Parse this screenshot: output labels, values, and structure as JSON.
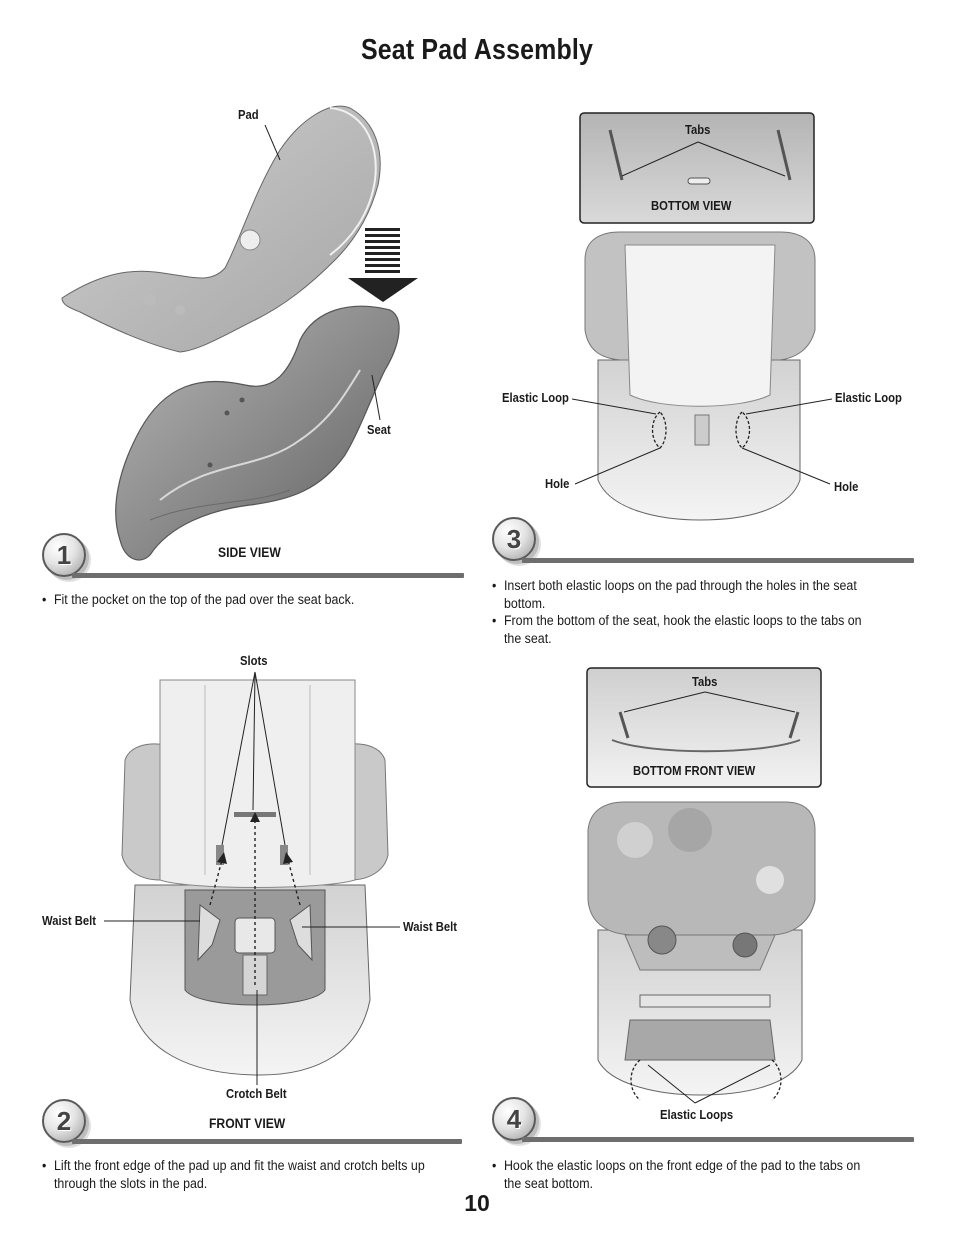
{
  "title": "Seat Pad Assembly",
  "page_number": "10",
  "steps": [
    {
      "number": "1",
      "view_label": "SIDE VIEW",
      "callouts": [
        "Pad",
        "Seat"
      ],
      "bullets": [
        "Fit the pocket on the top of the pad over the seat back."
      ]
    },
    {
      "number": "2",
      "view_label": "FRONT VIEW",
      "callouts": [
        "Slots",
        "Waist Belt",
        "Waist Belt",
        "Crotch Belt"
      ],
      "bullets": [
        "Lift the front edge of the pad up and fit the waist and crotch belts up through the slots in the pad."
      ]
    },
    {
      "number": "3",
      "inset_label": "BOTTOM VIEW",
      "callouts": [
        "Tabs",
        "Elastic Loop",
        "Elastic Loop",
        "Hole",
        "Hole"
      ],
      "bullets": [
        "Insert both elastic loops on the pad through the holes in the seat bottom.",
        "From the bottom of the seat, hook the elastic loops to the tabs on the seat."
      ]
    },
    {
      "number": "4",
      "inset_label": "BOTTOM FRONT VIEW",
      "callouts": [
        "Tabs",
        "Elastic Loops"
      ],
      "bullets": [
        "Hook the elastic loops on the front edge of the pad to the tabs on the seat bottom."
      ]
    }
  ],
  "colors": {
    "text": "#1a1a1a",
    "rule": "#6e6e6e",
    "seat_gray": "#8a8a8a",
    "pad_light": "#e6e6e6"
  }
}
